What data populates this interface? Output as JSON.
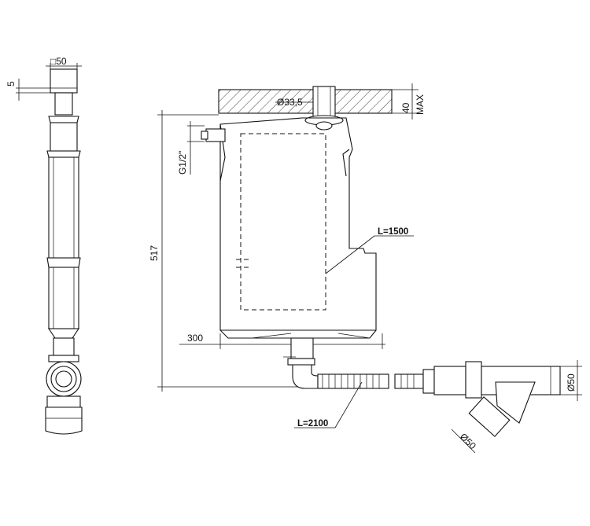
{
  "labels": {
    "sq50": "□50",
    "five": "5",
    "dia33": "Ø33,5",
    "forty": "40",
    "max": "MAX",
    "g12": "G1/2\"",
    "h517": "517",
    "l1500": "L=1500",
    "w300": "300",
    "l2100": "L=2100",
    "d50a": "Ø50",
    "d50b": "Ø50"
  }
}
